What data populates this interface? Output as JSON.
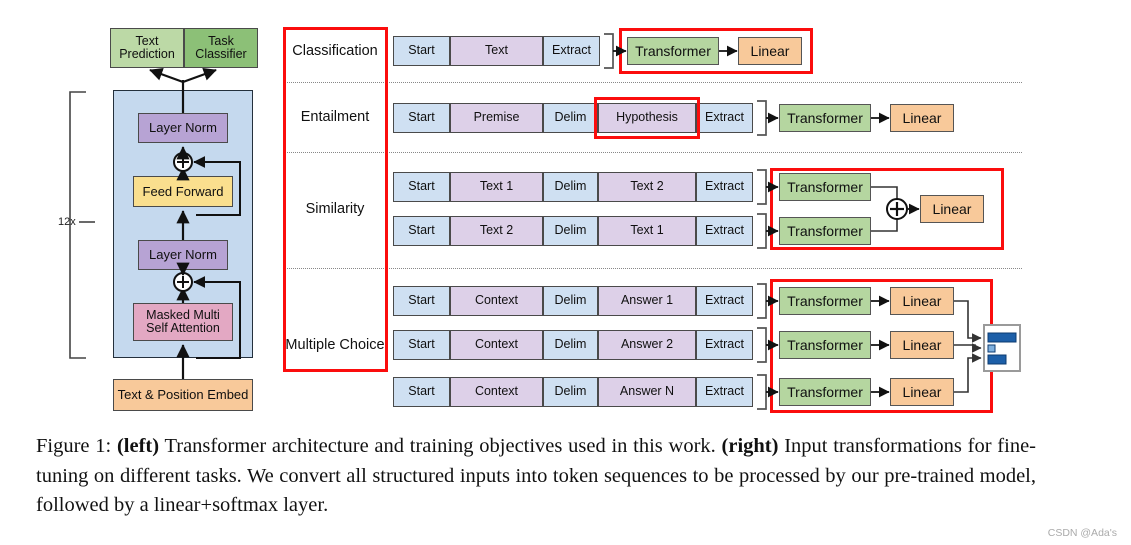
{
  "figure": {
    "caption_prefix": "Figure 1:",
    "caption_bold_left": "(left)",
    "caption_part1": " Transformer architecture and training objectives used in this work. ",
    "caption_bold_right": "(right)",
    "caption_part2": " Input transformations for fine-tuning on different tasks. We convert all structured inputs into token sequences to be processed by our pre-trained model, followed by a linear+softmax layer.",
    "watermark": "CSDN @Ada's"
  },
  "left_panel": {
    "repeat_label": "12x",
    "heads": [
      {
        "label": "Text\nPrediction",
        "color": "#bcd9a6"
      },
      {
        "label": "Task\nClassifier",
        "color": "#8cc077"
      }
    ],
    "blocks": [
      {
        "label": "Layer Norm",
        "color": "#b7a3d4"
      },
      {
        "label": "Feed Forward",
        "color": "#fadf8e"
      },
      {
        "label": "Layer Norm",
        "color": "#b7a3d4"
      },
      {
        "label": "Masked Multi\nSelf Attention",
        "color": "#e3a8c3"
      }
    ],
    "embed": {
      "label": "Text & Position Embed",
      "color": "#f8c99a"
    },
    "add_symbol": "+"
  },
  "right_panel": {
    "tasks": [
      {
        "name": "Classification"
      },
      {
        "name": "Entailment"
      },
      {
        "name": "Similarity"
      },
      {
        "name": "Multiple Choice"
      }
    ],
    "sequences": [
      {
        "task": "Classification",
        "tokens": [
          {
            "text": "Start",
            "kind": "blue"
          },
          {
            "text": "Text",
            "kind": "purple"
          },
          {
            "text": "Extract",
            "kind": "blue"
          }
        ]
      },
      {
        "task": "Entailment",
        "tokens": [
          {
            "text": "Start",
            "kind": "blue"
          },
          {
            "text": "Premise",
            "kind": "purple"
          },
          {
            "text": "Delim",
            "kind": "blue"
          },
          {
            "text": "Hypothesis",
            "kind": "purple"
          },
          {
            "text": "Extract",
            "kind": "blue"
          }
        ]
      },
      {
        "task": "Similarity",
        "tokens": [
          {
            "text": "Start",
            "kind": "blue"
          },
          {
            "text": "Text 1",
            "kind": "purple"
          },
          {
            "text": "Delim",
            "kind": "blue"
          },
          {
            "text": "Text 2",
            "kind": "purple"
          },
          {
            "text": "Extract",
            "kind": "blue"
          }
        ]
      },
      {
        "task": "Similarity",
        "tokens": [
          {
            "text": "Start",
            "kind": "blue"
          },
          {
            "text": "Text 2",
            "kind": "purple"
          },
          {
            "text": "Delim",
            "kind": "blue"
          },
          {
            "text": "Text 1",
            "kind": "purple"
          },
          {
            "text": "Extract",
            "kind": "blue"
          }
        ]
      },
      {
        "task": "Multiple Choice",
        "tokens": [
          {
            "text": "Start",
            "kind": "blue"
          },
          {
            "text": "Context",
            "kind": "purple"
          },
          {
            "text": "Delim",
            "kind": "blue"
          },
          {
            "text": "Answer 1",
            "kind": "purple"
          },
          {
            "text": "Extract",
            "kind": "blue"
          }
        ]
      },
      {
        "task": "Multiple Choice",
        "tokens": [
          {
            "text": "Start",
            "kind": "blue"
          },
          {
            "text": "Context",
            "kind": "purple"
          },
          {
            "text": "Delim",
            "kind": "blue"
          },
          {
            "text": "Answer 2",
            "kind": "purple"
          },
          {
            "text": "Extract",
            "kind": "blue"
          }
        ]
      },
      {
        "task": "Multiple Choice",
        "tokens": [
          {
            "text": "Start",
            "kind": "blue"
          },
          {
            "text": "Context",
            "kind": "purple"
          },
          {
            "text": "Delim",
            "kind": "blue"
          },
          {
            "text": "Answer N",
            "kind": "purple"
          },
          {
            "text": "Extract",
            "kind": "blue"
          }
        ]
      }
    ],
    "transformer_label": "Transformer",
    "linear_label": "Linear",
    "add_symbol": "+",
    "softmax_bars": [
      0.82,
      0.18,
      0.52
    ]
  },
  "colors": {
    "highlight": "#fb0d0d",
    "token_blue": "#cfe0f2",
    "token_purple": "#ddd0e8",
    "transformer_green": "#b5d6a0",
    "linear_orange": "#f8c99a",
    "stack_panel_blue": "#c5d9ee",
    "softmax_bar": "#1d5fa8"
  }
}
